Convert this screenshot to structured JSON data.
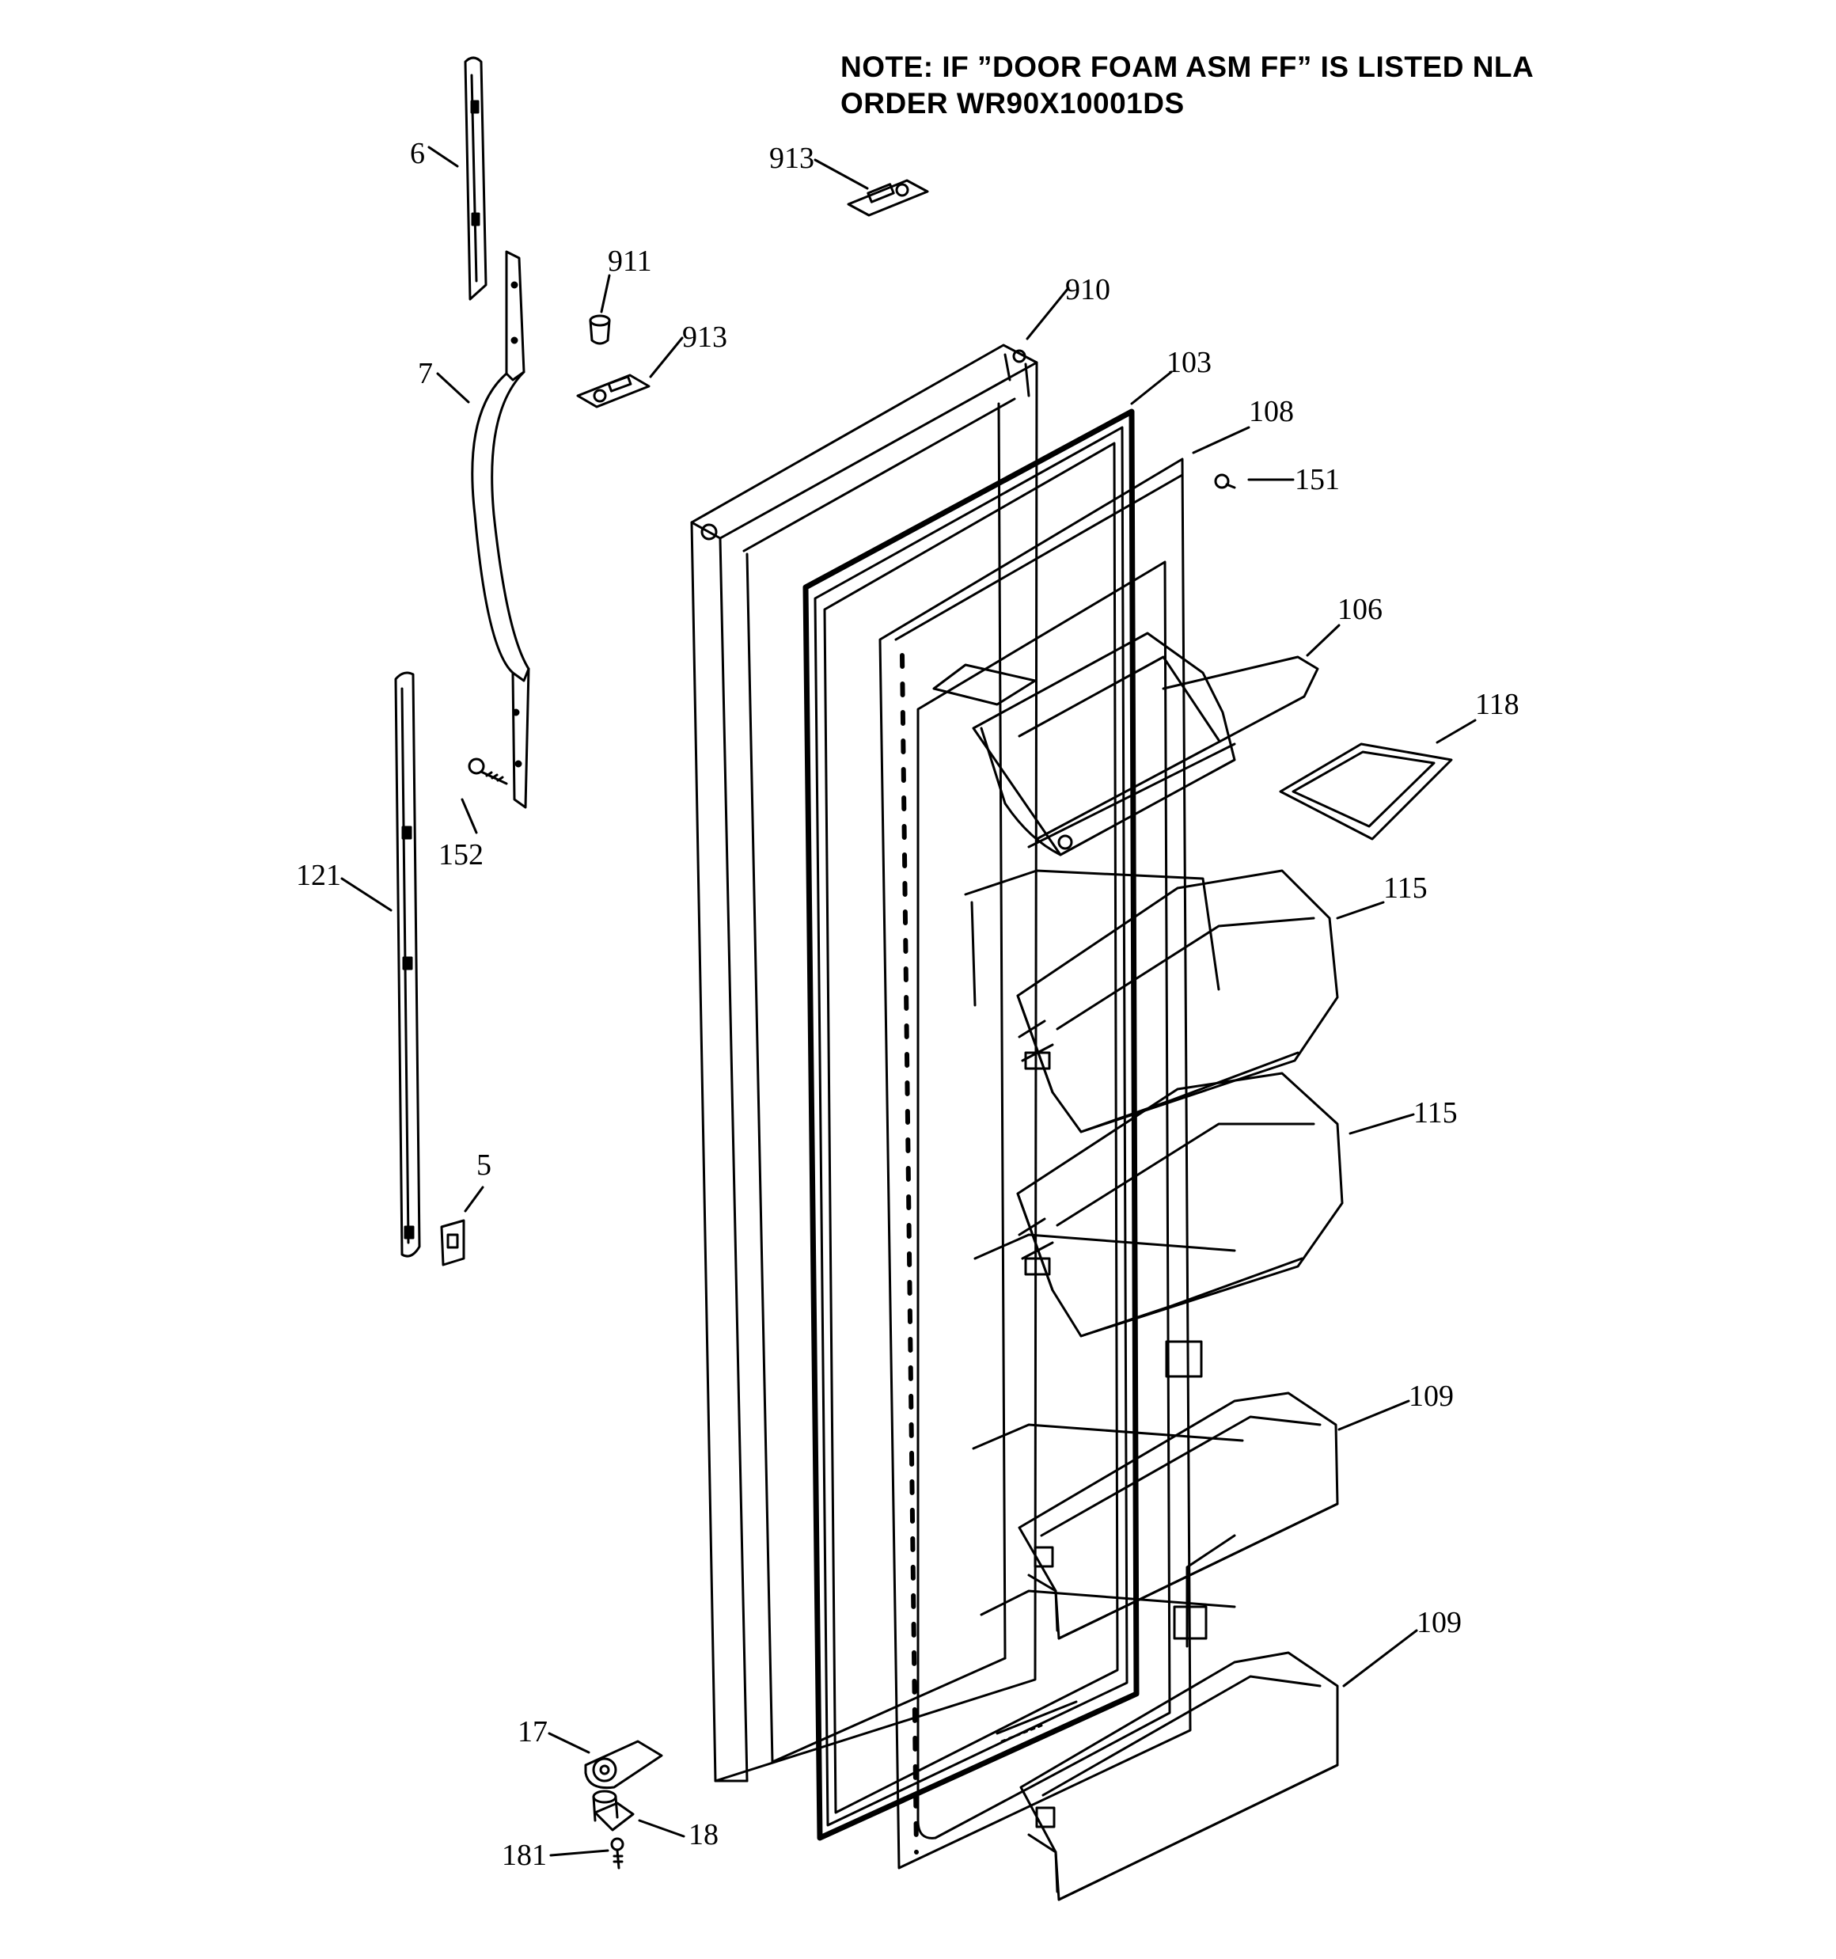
{
  "note": {
    "line1": "NOTE: IF ”DOOR FOAM ASM FF” IS LISTED NLA",
    "line2": "ORDER WR90X10001DS"
  },
  "callouts": {
    "c6": "6",
    "c7": "7",
    "c911": "911",
    "c913_top": "913",
    "c913_mid": "913",
    "c910": "910",
    "c103": "103",
    "c108": "108",
    "c151": "151",
    "c106": "106",
    "c118": "118",
    "c152": "152",
    "c121": "121",
    "c115_upper": "115",
    "c115_lower": "115",
    "c5": "5",
    "c109_upper": "109",
    "c109_lower": "109",
    "c17": "17",
    "c18": "18",
    "c181": "181"
  },
  "colors": {
    "line": "#000000",
    "background": "#ffffff"
  }
}
